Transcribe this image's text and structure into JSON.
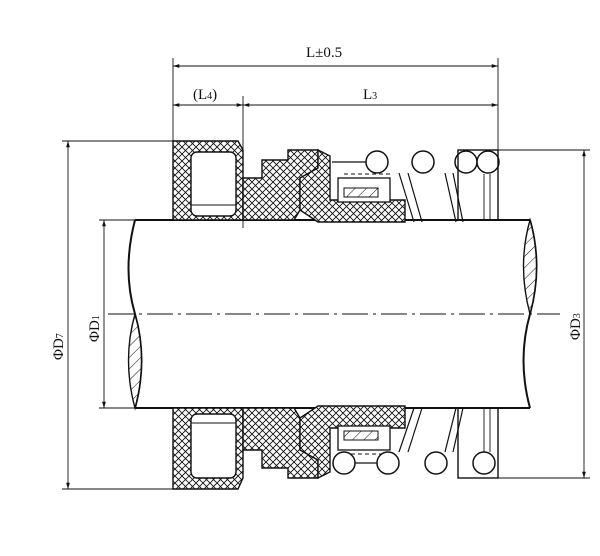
{
  "dimensions": {
    "overall_length": "L±0.5",
    "l4_label": "(L",
    "l4_sub": "4",
    "l4_close": ")",
    "l3_label": "L",
    "l3_sub": "3",
    "d7_label": "ΦD",
    "d7_sub": "7",
    "d1_label": "ΦD",
    "d1_sub": "1",
    "d3_label": "ΦD",
    "d3_sub": "3"
  }
}
